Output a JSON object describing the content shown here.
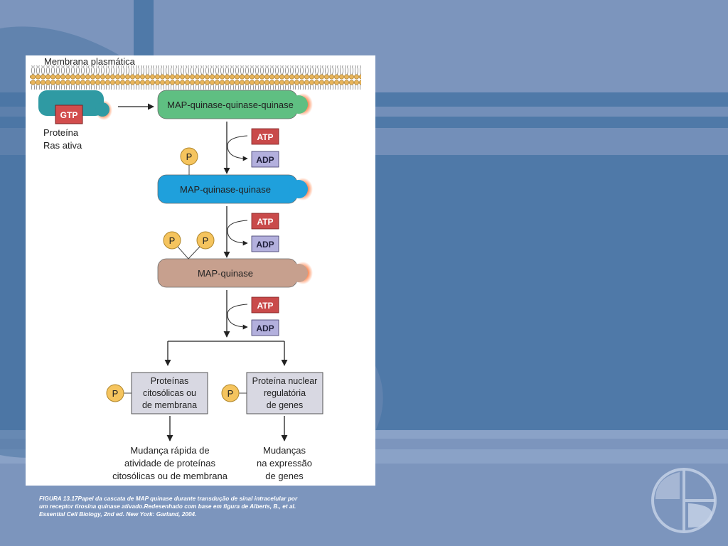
{
  "figure": {
    "membrane_label": "Membrana plasmática",
    "ras": {
      "badge": "GTP",
      "label_line1": "Proteína",
      "label_line2": "Ras ativa"
    },
    "kinases": [
      {
        "name": "MAP-quinase-quinase-quinase",
        "color": "#5fbf82"
      },
      {
        "name": "MAP-quinase-quinase",
        "color": "#1fa0dc"
      },
      {
        "name": "MAP-quinase",
        "color": "#c7a08e"
      }
    ],
    "atp_label": "ATP",
    "adp_label": "ADP",
    "phosphate_label": "P",
    "targets": [
      {
        "box_lines": [
          "Proteínas",
          "citosólicas ou",
          "de membrana"
        ],
        "outcome_lines": [
          "Mudança rápida de",
          "atividade de proteínas",
          "citosólicas ou de membrana"
        ]
      },
      {
        "box_lines": [
          "Proteína nuclear",
          "regulatória",
          "de genes"
        ],
        "outcome_lines": [
          "Mudanças",
          "na expressão",
          "de genes"
        ]
      }
    ]
  },
  "caption": {
    "line1": "FIGURA 13.17Papel da cascata de MAP quinase durante transdução de sinal intracelular por",
    "line2": "um receptor tirosina quinase ativado.Redesenhado com base em figura de Alberts, B., et al.",
    "line3": "Essential Cell Biology, 2nd ed. New York: Garland, 2004."
  },
  "colors": {
    "atp": "#c94a4a",
    "adp": "#b3b0dd",
    "phosphate": "#f5c45e",
    "target_box": "#d8d8e2",
    "ras": "#2f9aa3",
    "gtp": "#d24d4d"
  }
}
